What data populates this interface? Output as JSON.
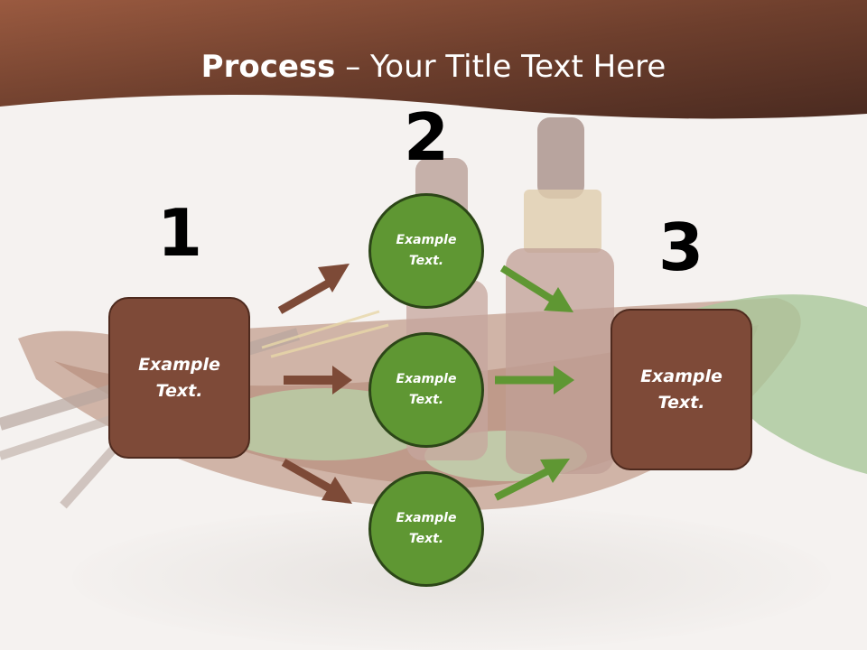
{
  "title": {
    "bold": "Process",
    "dash": " – ",
    "rest": "Your Title Text Here"
  },
  "steps": {
    "step1": {
      "number": "1",
      "text": "Example\nText."
    },
    "step2": {
      "number": "2",
      "circles": [
        {
          "text": "Example\nText."
        },
        {
          "text": "Example\nText."
        },
        {
          "text": "Example\nText."
        }
      ]
    },
    "step3": {
      "number": "3",
      "text": "Example\nText."
    }
  },
  "colors": {
    "header_brown": "#7a4632",
    "box_brown": "#7e4a38",
    "circle_green": "#5f9733",
    "arrow_brown": "#7d4a37",
    "arrow_green": "#5f9733"
  }
}
